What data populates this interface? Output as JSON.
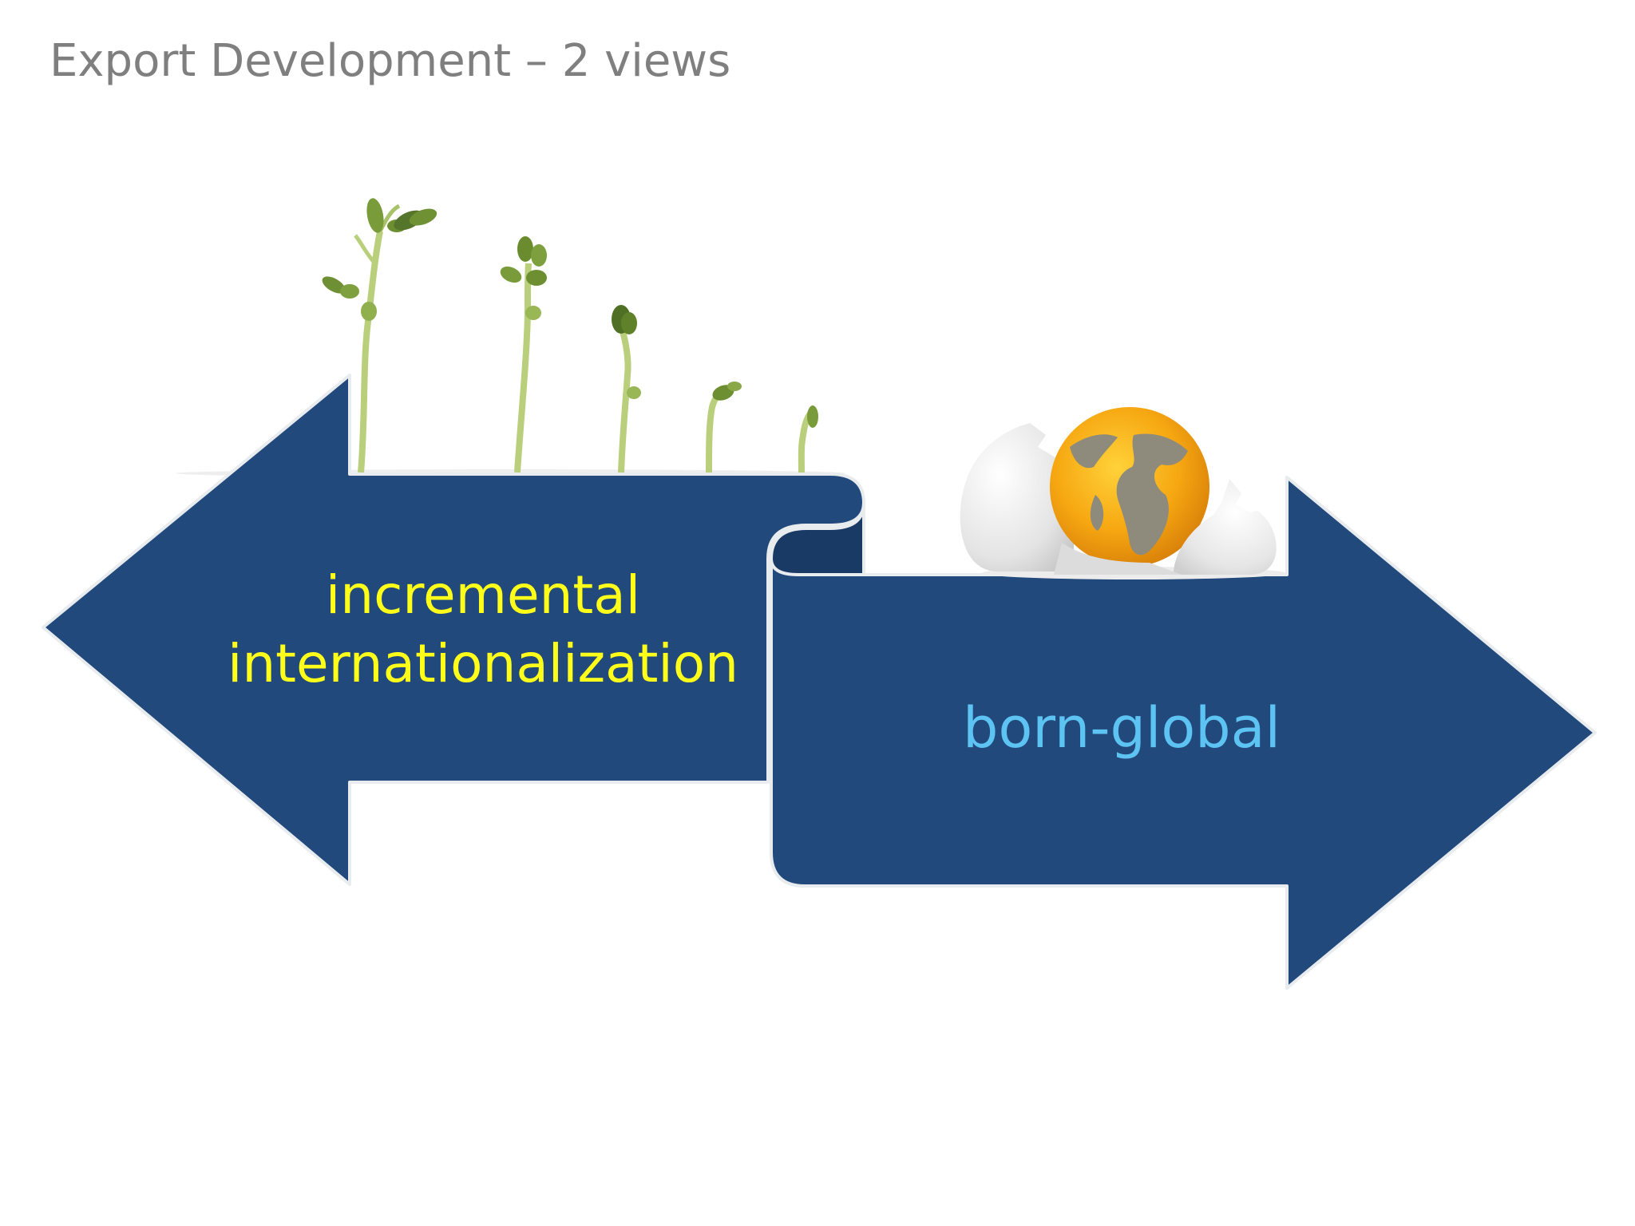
{
  "slide": {
    "title": "Export Development – 2 views"
  },
  "left_arrow": {
    "line1": "incremental",
    "line2": "internationalization",
    "text_color": "#ffff1a",
    "fill": "#22497c"
  },
  "right_arrow": {
    "label": "born-global",
    "text_color": "#5cc3f2",
    "fill": "#22497c"
  },
  "illustrations": {
    "left": "sprouting-seedlings-icon",
    "right": "globe-hatching-from-egg-icon"
  }
}
